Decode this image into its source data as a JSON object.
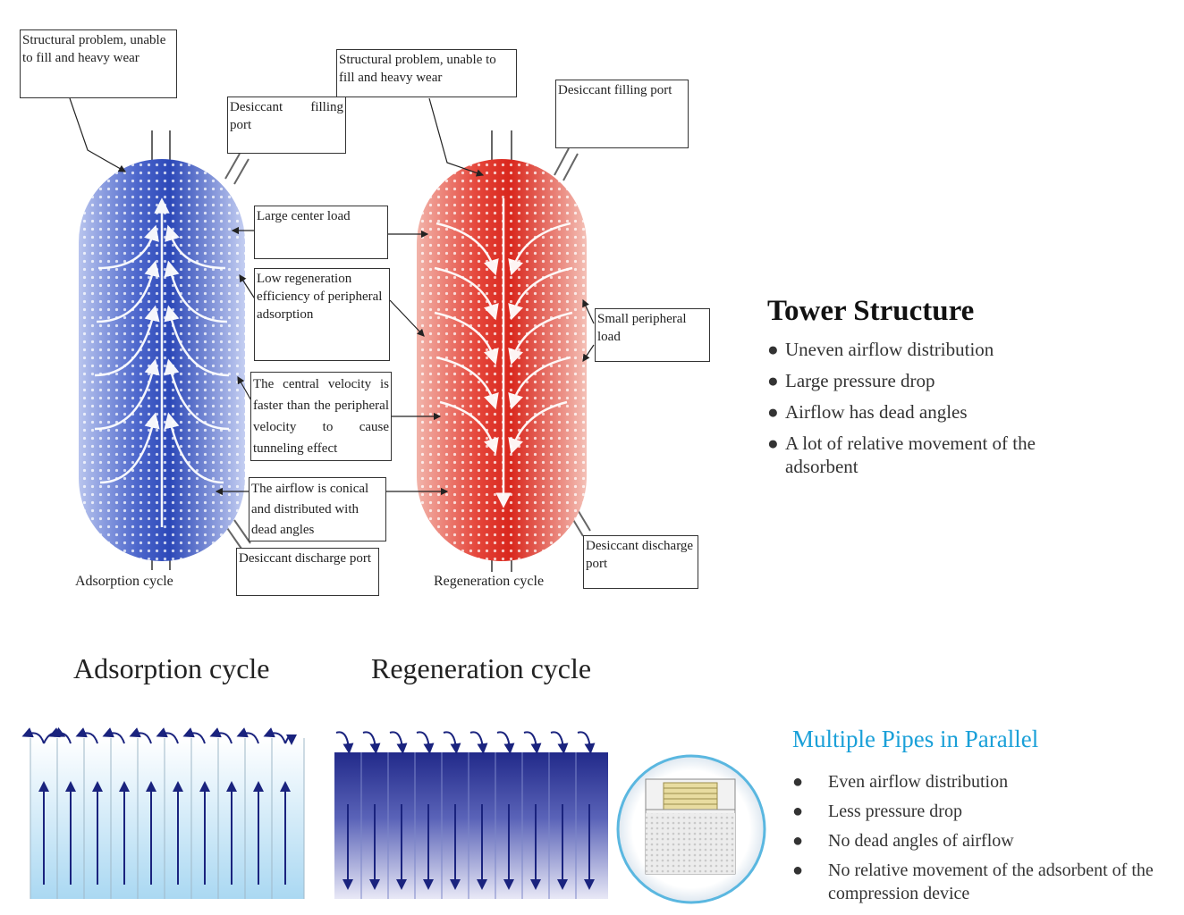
{
  "diagram": {
    "callouts": {
      "structural_left": "Structural problem, unable to fill and heavy wear",
      "structural_right": "Structural problem, unable to fill and heavy wear",
      "filling_left": "Desiccant filling port",
      "filling_right": "Desiccant filling port",
      "large_center_load": "Large center load",
      "low_regeneration": "Low regeneration efficiency of peripheral adsorption",
      "small_peripheral": "Small peripheral load",
      "central_velocity": "The central velocity is faster than the peripheral velocity to cause tunneling effect",
      "conical_airflow": "The airflow is conical and distributed with dead angles",
      "discharge_left": "Desiccant discharge port",
      "discharge_right": "Desiccant discharge port"
    },
    "tower_labels": {
      "adsorption": "Adsorption cycle",
      "regeneration": "Regeneration cycle"
    },
    "colors": {
      "adsorption_tower": "#2a49b8",
      "regeneration_tower": "#e02a22",
      "heading_blue": "#1aa0d8"
    }
  },
  "tower_structure": {
    "title": "Tower Structure",
    "items": [
      "Uneven airflow distribution",
      "Large pressure drop",
      "Airflow has dead angles",
      "A lot of relative movement of the adsorbent"
    ]
  },
  "lower": {
    "adsorption_title": "Adsorption cycle",
    "regeneration_title": "Regeneration cycle"
  },
  "parallel": {
    "title": "Multiple Pipes in Parallel",
    "items": [
      "Even airflow distribution",
      "Less pressure drop",
      "No dead angles of airflow",
      "No relative movement of the adsorbent of the compression device"
    ]
  },
  "bullet_glyph": "●"
}
